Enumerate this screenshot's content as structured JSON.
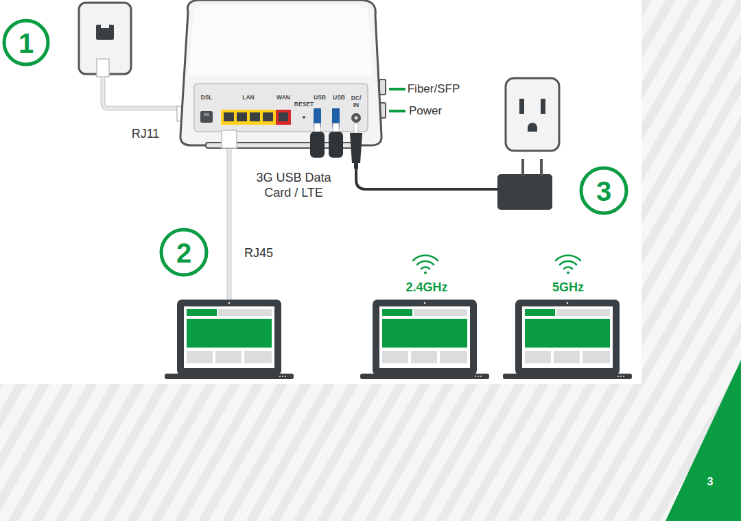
{
  "diagram": {
    "nodes": [
      {
        "text": [
          "DSL",
          "LAN",
          "WAN",
          "RESET",
          "USB",
          "USB",
          "DC/ IN"
        ]
      }
    ],
    "labels": [
      "1",
      "Fiber/SFP",
      "Power",
      "RJ11",
      "3G USB Data Card / LTE",
      "3",
      "2",
      "RJ45",
      "2.4GHz",
      "5GHz",
      "3"
    ]
  }
}
